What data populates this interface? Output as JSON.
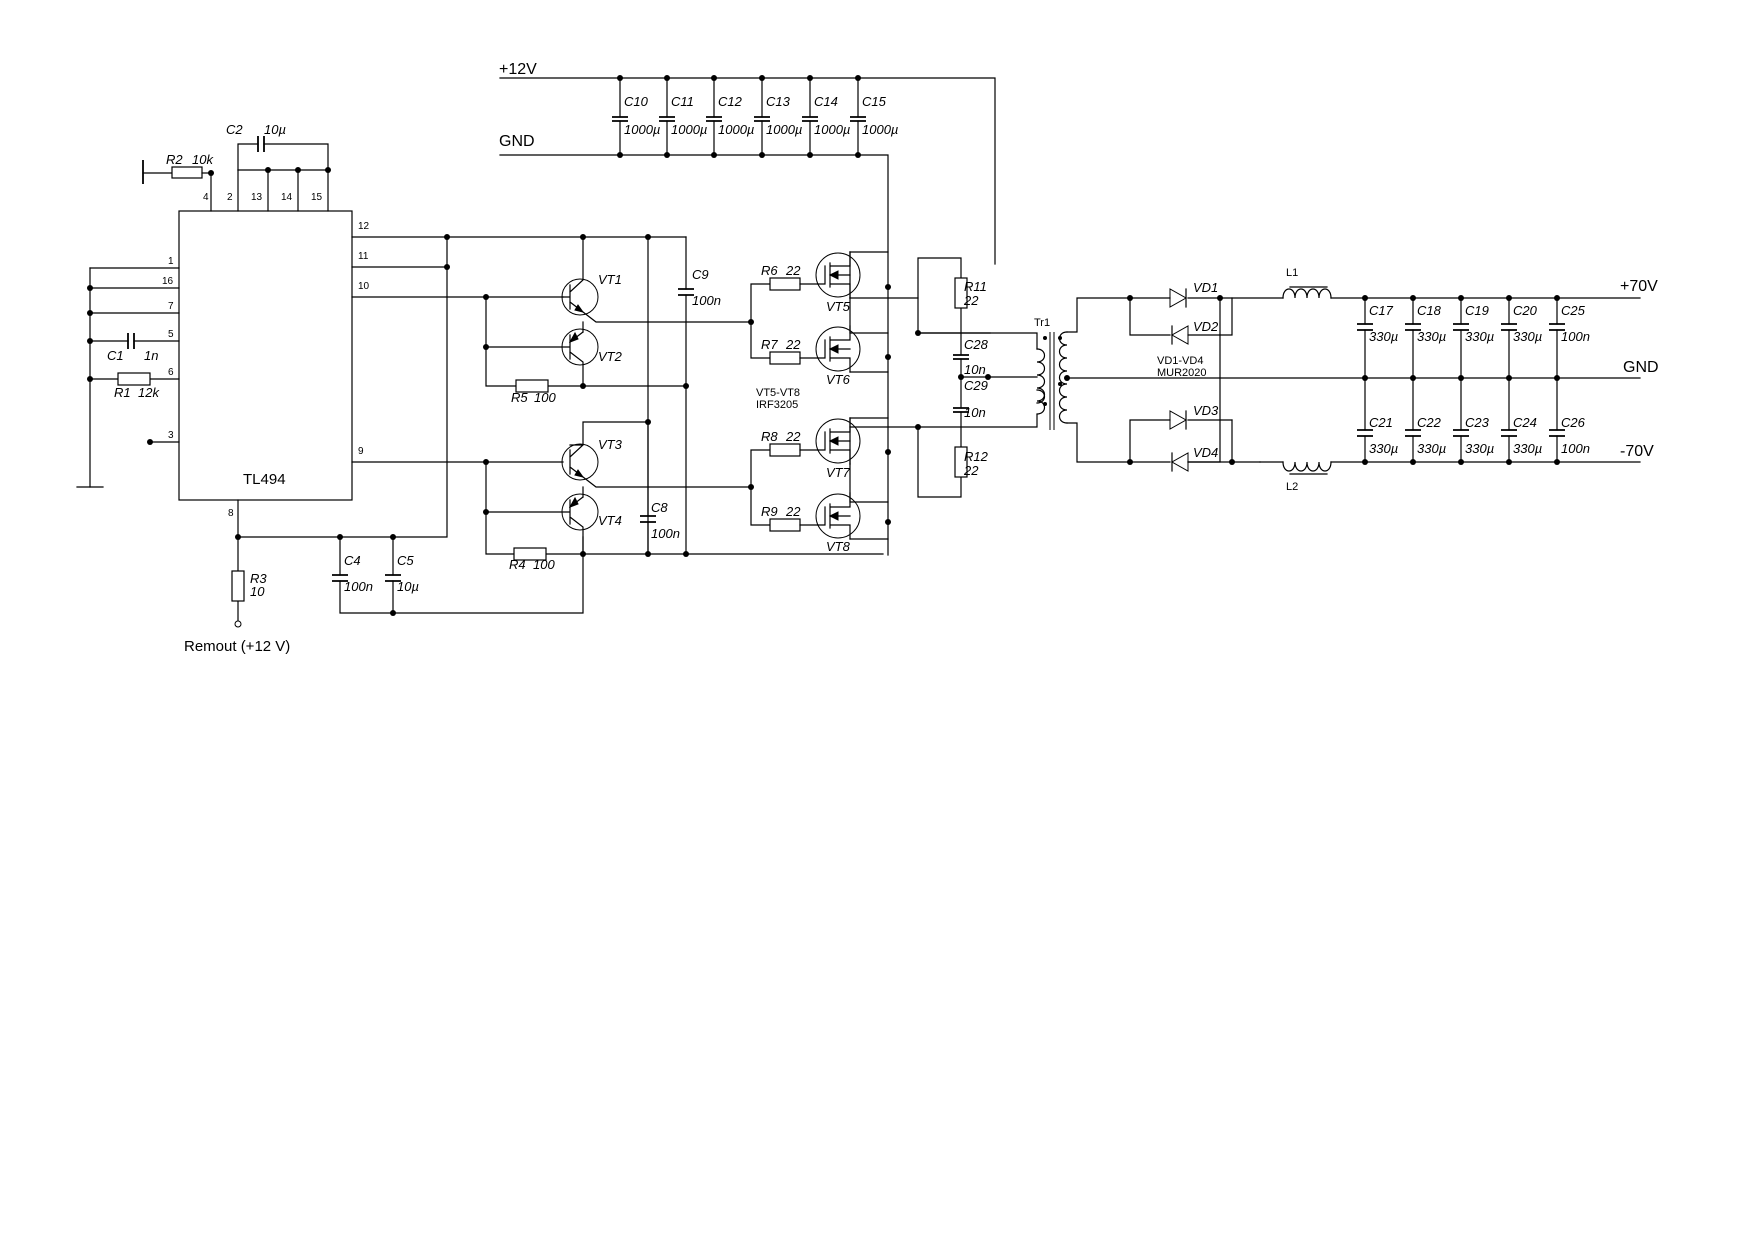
{
  "nets": {
    "v12": "+12V",
    "gnd_top": "GND",
    "v70p": "+70V",
    "gnd_out": "GND",
    "v70n": "-70V",
    "remout": "Remout (+12 V)"
  },
  "ic": {
    "name": "TL494",
    "pins": {
      "p4": "4",
      "p2": "2",
      "p13": "13",
      "p14": "14",
      "p15": "15",
      "p1": "1",
      "p16": "16",
      "p7": "7",
      "p5": "5",
      "p6": "6",
      "p3": "3",
      "p8": "8",
      "p12": "12",
      "p11": "11",
      "p10": "10",
      "p9": "9"
    }
  },
  "components": {
    "C2": {
      "ref": "C2",
      "val": "10µ"
    },
    "R2": {
      "ref": "R2",
      "val": "10k"
    },
    "C1": {
      "ref": "C1",
      "val": "1n"
    },
    "R1": {
      "ref": "R1",
      "val": "12k"
    },
    "R3": {
      "ref": "R3",
      "val": "10"
    },
    "C4": {
      "ref": "C4",
      "val": "100n"
    },
    "C5": {
      "ref": "C5",
      "val": "10µ"
    },
    "VT1": {
      "ref": "VT1"
    },
    "VT2": {
      "ref": "VT2"
    },
    "VT3": {
      "ref": "VT3"
    },
    "VT4": {
      "ref": "VT4"
    },
    "R5": {
      "ref": "R5",
      "val": "100"
    },
    "R4": {
      "ref": "R4",
      "val": "100"
    },
    "C9": {
      "ref": "C9",
      "val": "100n"
    },
    "C8": {
      "ref": "C8",
      "val": "100n"
    },
    "C10": {
      "ref": "C10",
      "val": "1000µ"
    },
    "C11": {
      "ref": "C11",
      "val": "1000µ"
    },
    "C12": {
      "ref": "C12",
      "val": "1000µ"
    },
    "C13": {
      "ref": "C13",
      "val": "1000µ"
    },
    "C14": {
      "ref": "C14",
      "val": "1000µ"
    },
    "C15": {
      "ref": "C15",
      "val": "1000µ"
    },
    "R6": {
      "ref": "R6",
      "val": "22"
    },
    "R7": {
      "ref": "R7",
      "val": "22"
    },
    "R8": {
      "ref": "R8",
      "val": "22"
    },
    "R9": {
      "ref": "R9",
      "val": "22"
    },
    "VT5": {
      "ref": "VT5"
    },
    "VT6": {
      "ref": "VT6"
    },
    "VT7": {
      "ref": "VT7"
    },
    "VT8": {
      "ref": "VT8"
    },
    "R11": {
      "ref": "R11",
      "val": "22"
    },
    "R12": {
      "ref": "R12",
      "val": "22"
    },
    "C28": {
      "ref": "C28",
      "val": "10n"
    },
    "C29": {
      "ref": "C29",
      "val": "10n"
    },
    "Tr1": {
      "ref": "Tr1"
    },
    "VD1": {
      "ref": "VD1"
    },
    "VD2": {
      "ref": "VD2"
    },
    "VD3": {
      "ref": "VD3"
    },
    "VD4": {
      "ref": "VD4"
    },
    "L1": {
      "ref": "L1"
    },
    "L2": {
      "ref": "L2"
    },
    "C17": {
      "ref": "C17",
      "val": "330µ"
    },
    "C18": {
      "ref": "C18",
      "val": "330µ"
    },
    "C19": {
      "ref": "C19",
      "val": "330µ"
    },
    "C20": {
      "ref": "C20",
      "val": "330µ"
    },
    "C25": {
      "ref": "C25",
      "val": "100n"
    },
    "C21": {
      "ref": "C21",
      "val": "330µ"
    },
    "C22": {
      "ref": "C22",
      "val": "330µ"
    },
    "C23": {
      "ref": "C23",
      "val": "330µ"
    },
    "C24": {
      "ref": "C24",
      "val": "330µ"
    },
    "C26": {
      "ref": "C26",
      "val": "100n"
    }
  },
  "notes": {
    "mosfet_group": "VT5-VT8",
    "mosfet_part": "IRF3205",
    "diode_group": "VD1-VD4",
    "diode_part": "MUR2020"
  }
}
